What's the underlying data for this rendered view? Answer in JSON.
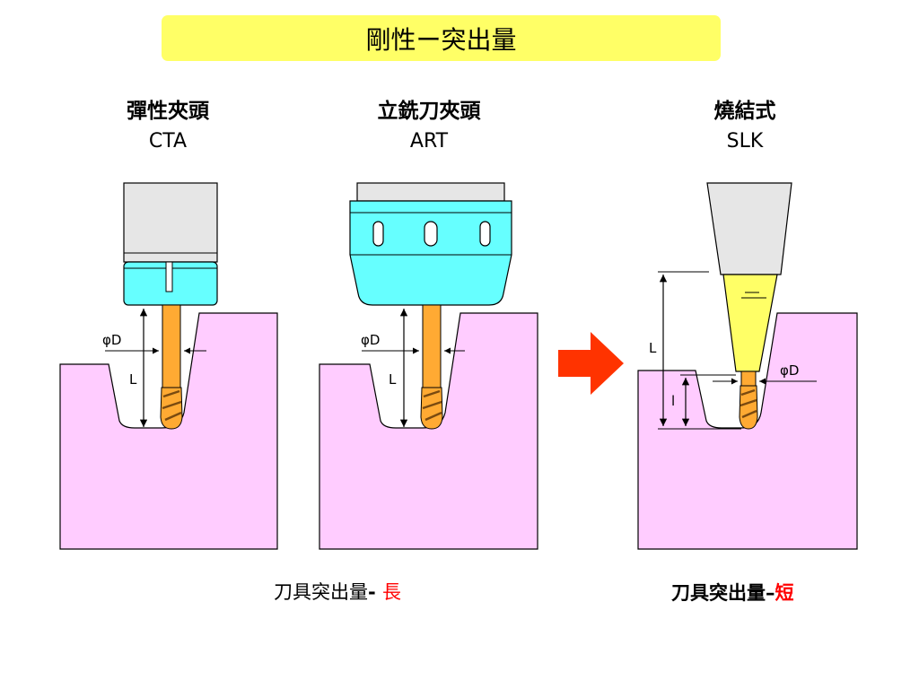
{
  "title": "剛性ー突出量",
  "holders": [
    {
      "name": "彈性夾頭",
      "code": "CTA"
    },
    {
      "name": "立銑刀夾頭",
      "code": "ART"
    },
    {
      "name": "燒結式",
      "code": "SLK"
    }
  ],
  "dim_labels": {
    "diameter": "φD",
    "length_long": "L",
    "length_short": "l"
  },
  "captions": {
    "long": {
      "prefix": "刀具突出量",
      "sep": "- ",
      "value": "長"
    },
    "short": {
      "prefix": "刀具突出量",
      "sep": "–",
      "value": "短"
    }
  },
  "colors": {
    "title_bg": "#ffff66",
    "workpiece": "#ffccff",
    "holder_cyan": "#66ffff",
    "holder_gray": "#e6e6e6",
    "shrink_yellow": "#ffff66",
    "tool_orange": "#ffaa33",
    "arrow": "#ff3300",
    "accent_text": "#ff0000"
  },
  "icons": [
    "right-arrow-icon"
  ]
}
